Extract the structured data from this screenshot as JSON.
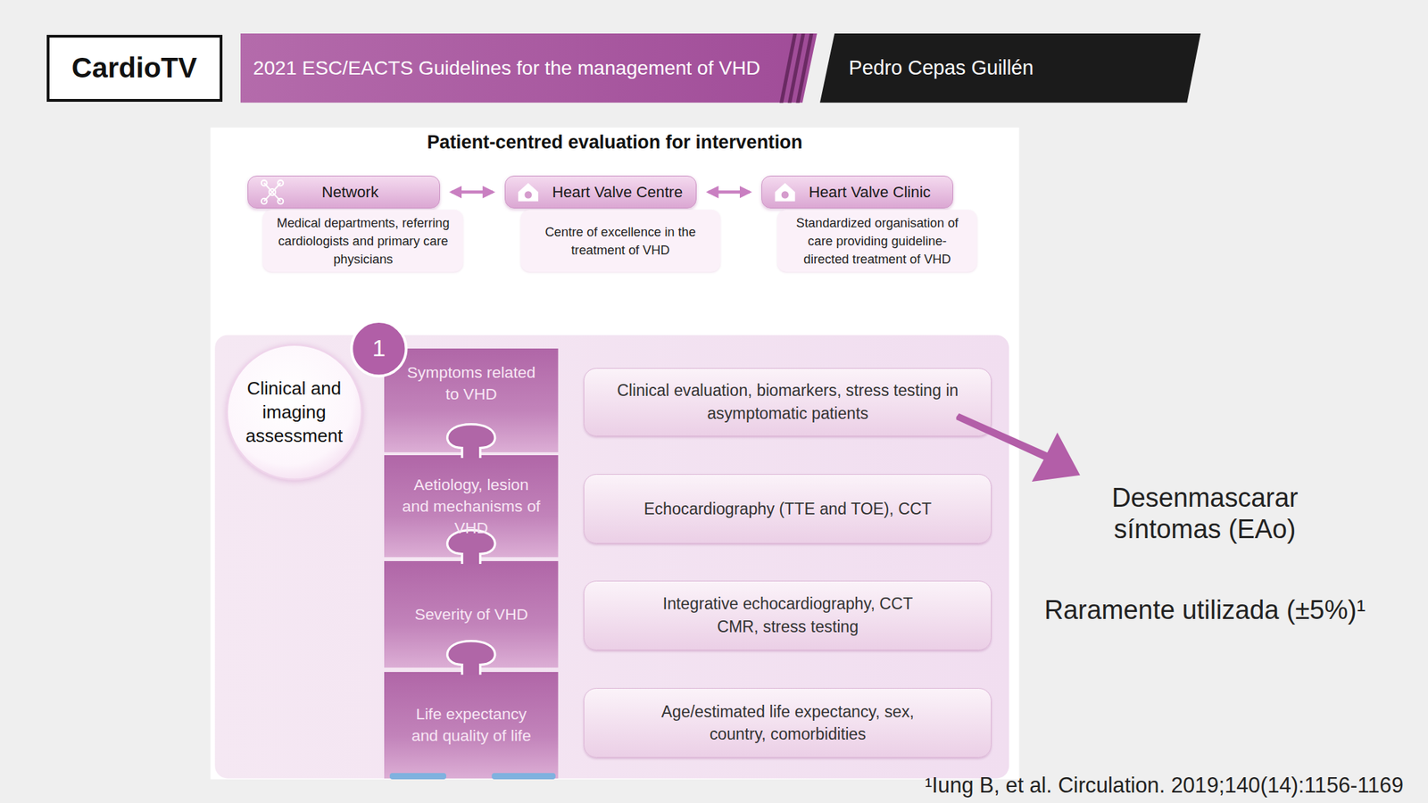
{
  "diagram": {
    "title": "Patient-centred evaluation for intervention",
    "caption": "¹Iung B, et al. Circulation. 2019;140(14):1156-1169",
    "nodes": [
      {
        "text": [
          "CardioTV"
        ]
      },
      {
        "text": [
          "2021 ESC/EACTS Guidelines for the management of VHD"
        ]
      },
      {
        "text": [
          "Pedro Cepas Guillén"
        ]
      },
      {
        "text": [
          "Network",
          "Medical departments, referring cardiologists and primary care physicians"
        ]
      },
      {
        "text": [
          "Heart Valve Centre",
          "Centre of excellence in the treatment of VHD"
        ]
      },
      {
        "text": [
          "Heart Valve Clinic",
          "Standardized organisation of care providing guideline-directed treatment of VHD"
        ]
      },
      {
        "text": [
          "Clinical and imaging assessment"
        ]
      },
      {
        "text": [
          "Symptoms related to VHD"
        ]
      },
      {
        "text": [
          "Aetiology, lesion and mechanisms of VHD"
        ]
      },
      {
        "text": [
          "Severity of VHD"
        ]
      },
      {
        "text": [
          "Life expectancy and quality of life"
        ]
      },
      {
        "text": [
          "Clinical evaluation, biomarkers, stress testing in asymptomatic patients"
        ]
      },
      {
        "text": [
          "Echocardiography (TTE and TOE), CCT"
        ]
      },
      {
        "text": [
          "Integrative echocardiography, CCT CMR, stress testing"
        ]
      },
      {
        "text": [
          "Age/estimated life expectancy, sex, country, comorbidities"
        ]
      }
    ],
    "edges": [
      {
        "from": 3,
        "to": 4,
        "arrow": "both"
      },
      {
        "from": 4,
        "to": 5,
        "arrow": "both"
      }
    ],
    "labels": [
      "1",
      "Desenmascarar síntomas (EAo)",
      "Raramente utilizada (±5%)¹"
    ]
  }
}
